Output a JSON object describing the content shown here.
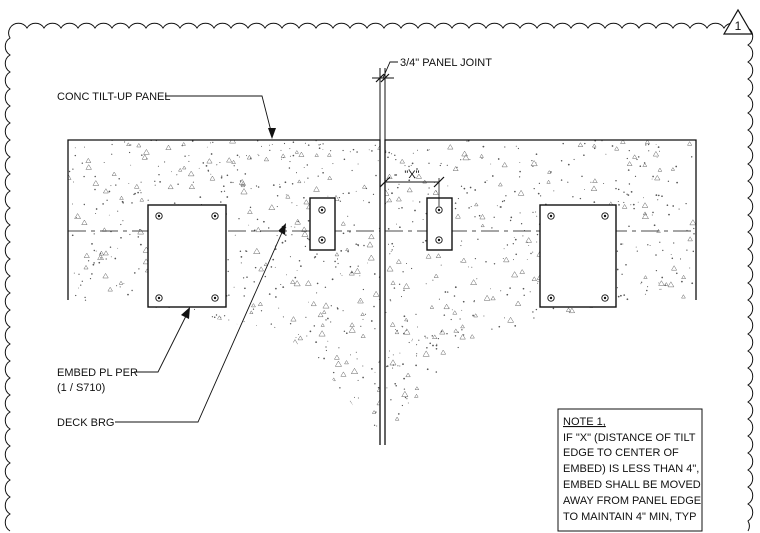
{
  "revision": {
    "number": "1"
  },
  "labels": {
    "panel": "CONC TILT-UP PANEL",
    "joint": "3/4\" PANEL JOINT",
    "x_dim": "\"X\"",
    "embed_line1": "EMBED PL PER",
    "embed_line2": "(1 / S710)",
    "deck": "DECK BRG"
  },
  "note": {
    "title": "NOTE 1,",
    "lines": [
      "IF \"X\" (DISTANCE OF TILT",
      "EDGE TO CENTER OF",
      "EMBED) IS LESS THAN 4\",",
      "EMBED SHALL BE MOVED",
      "AWAY FROM PANEL EDGE",
      "TO MAINTAIN 4\" MIN, TYP"
    ]
  },
  "colors": {
    "line": "#111111",
    "speckle": "#555555",
    "background": "#ffffff"
  }
}
